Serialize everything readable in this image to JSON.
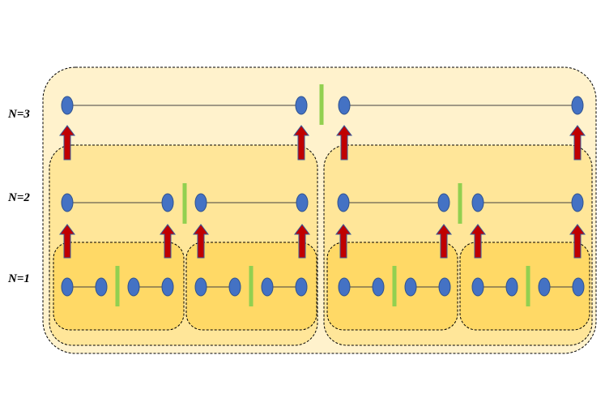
{
  "labels": {
    "n3": "N=3",
    "n2": "N=2",
    "n1": "N=1"
  },
  "colors": {
    "outer_fill": "#FFF2CC",
    "mid_fill": "#FFE699",
    "inner_fill": "#FFD966",
    "node_fill": "#4472C4",
    "node_stroke": "#2F528F",
    "separator": "#92D050",
    "arrow_fill": "#C00000",
    "arrow_stroke": "#3B5A9A",
    "edge": "#404040",
    "box_border": "#000000"
  },
  "icons": {
    "node": "blue-ellipse",
    "separator": "green-bar",
    "promotion": "red-up-arrow"
  }
}
